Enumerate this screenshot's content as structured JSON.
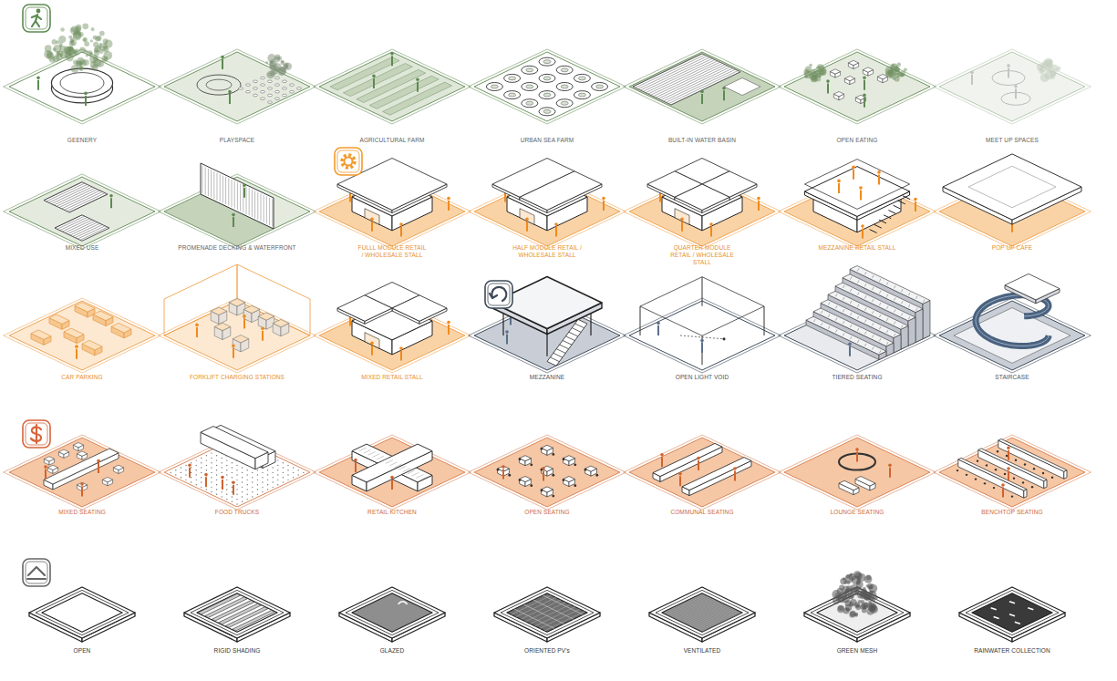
{
  "diagram": {
    "labels": [
      "GEENERY",
      "PLAYSPACE",
      "AGRICULTURAL FARM",
      "URBAN SEA FARM",
      "BUILT-IN WATER BASIN",
      "OPEN EATING",
      "MEET UP SPACES",
      "MIXED USE",
      "PROMENADE DECKING & WATERFRONT",
      "FULLL MODULE RETAIL / WHOLESALE STALL",
      "HALF MODULE RETAIL / WHOLESALE STALL",
      "QUARTER MODULE RETAIL / WHOLESALE STALL",
      "MEZZANINE RETAIL STALL",
      "POP UP CAFE",
      "CAR PARKING",
      "FORKLIFT CHARGING STATIONS",
      "MIXED RETAIL STALL",
      "MEZZANINE",
      "OPEN LIGHT VOID",
      "TIERED SEATING",
      "STAIRCASE",
      "MIXED SEATING",
      "FOOD TRUCKS",
      "RETAIL KITCHEN",
      "OPEN SEATING",
      "COMMUNAL SEATING",
      "LOUNGE SEATING",
      "BENCHTOP SEATING",
      "OPEN",
      "RIGID SHADING",
      "GLAZED",
      "ORIENTED PV's",
      "VENTILATED",
      "GREEN MESH",
      "RAINWATER COLLECTION"
    ]
  }
}
